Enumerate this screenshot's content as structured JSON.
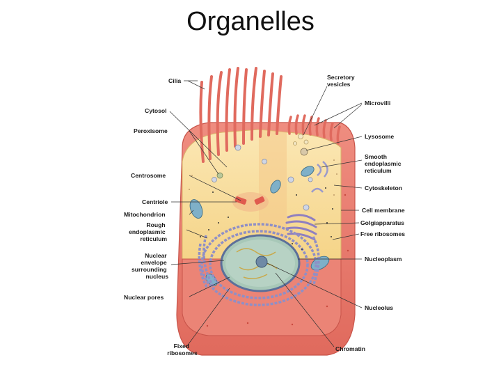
{
  "title": "Organelles",
  "labels": {
    "cilia": "Cilia",
    "cytosol": "Cytosol",
    "peroxisome": "Peroxisome",
    "centrosome": "Centrosome",
    "centriole": "Centriole",
    "mitochondrion": "Mitochondrion",
    "rough_er": [
      "Rough",
      "endoplasmic",
      "reticulum"
    ],
    "nuclear_envelope": [
      "Nuclear",
      "envelope",
      "surrounding",
      "nucleus"
    ],
    "nuclear_pores": "Nuclear pores",
    "fixed_ribosomes": [
      "Fixed",
      "ribosomes"
    ],
    "secretory_vesicles": [
      "Secretory",
      "vesicles"
    ],
    "microvilli": "Microvilli",
    "lysosome": "Lysosome",
    "smooth_er": [
      "Smooth",
      "endoplasmic",
      "reticulum"
    ],
    "cytoskeleton": "Cytoskeleton",
    "cell_membrane": "Cell membrane",
    "golgi": "Golgiapparatus",
    "free_ribosomes": "Free ribosomes",
    "nucleoplasm": "Nucleoplasm",
    "nucleolus": "Nucleolus",
    "chromatin": "Chromatin"
  },
  "colors": {
    "membrane": "#e8766a",
    "membrane_dark": "#d85a4e",
    "cytoplasm": "#f7dc96",
    "cytoplasm_light": "#fbe9b8",
    "cilia": "#e06a5e",
    "nucleus": "#a8c8b8",
    "nucleolus": "#c9a94a",
    "er": "#8f8fc6",
    "mitochondria": "#7fb0c8"
  }
}
